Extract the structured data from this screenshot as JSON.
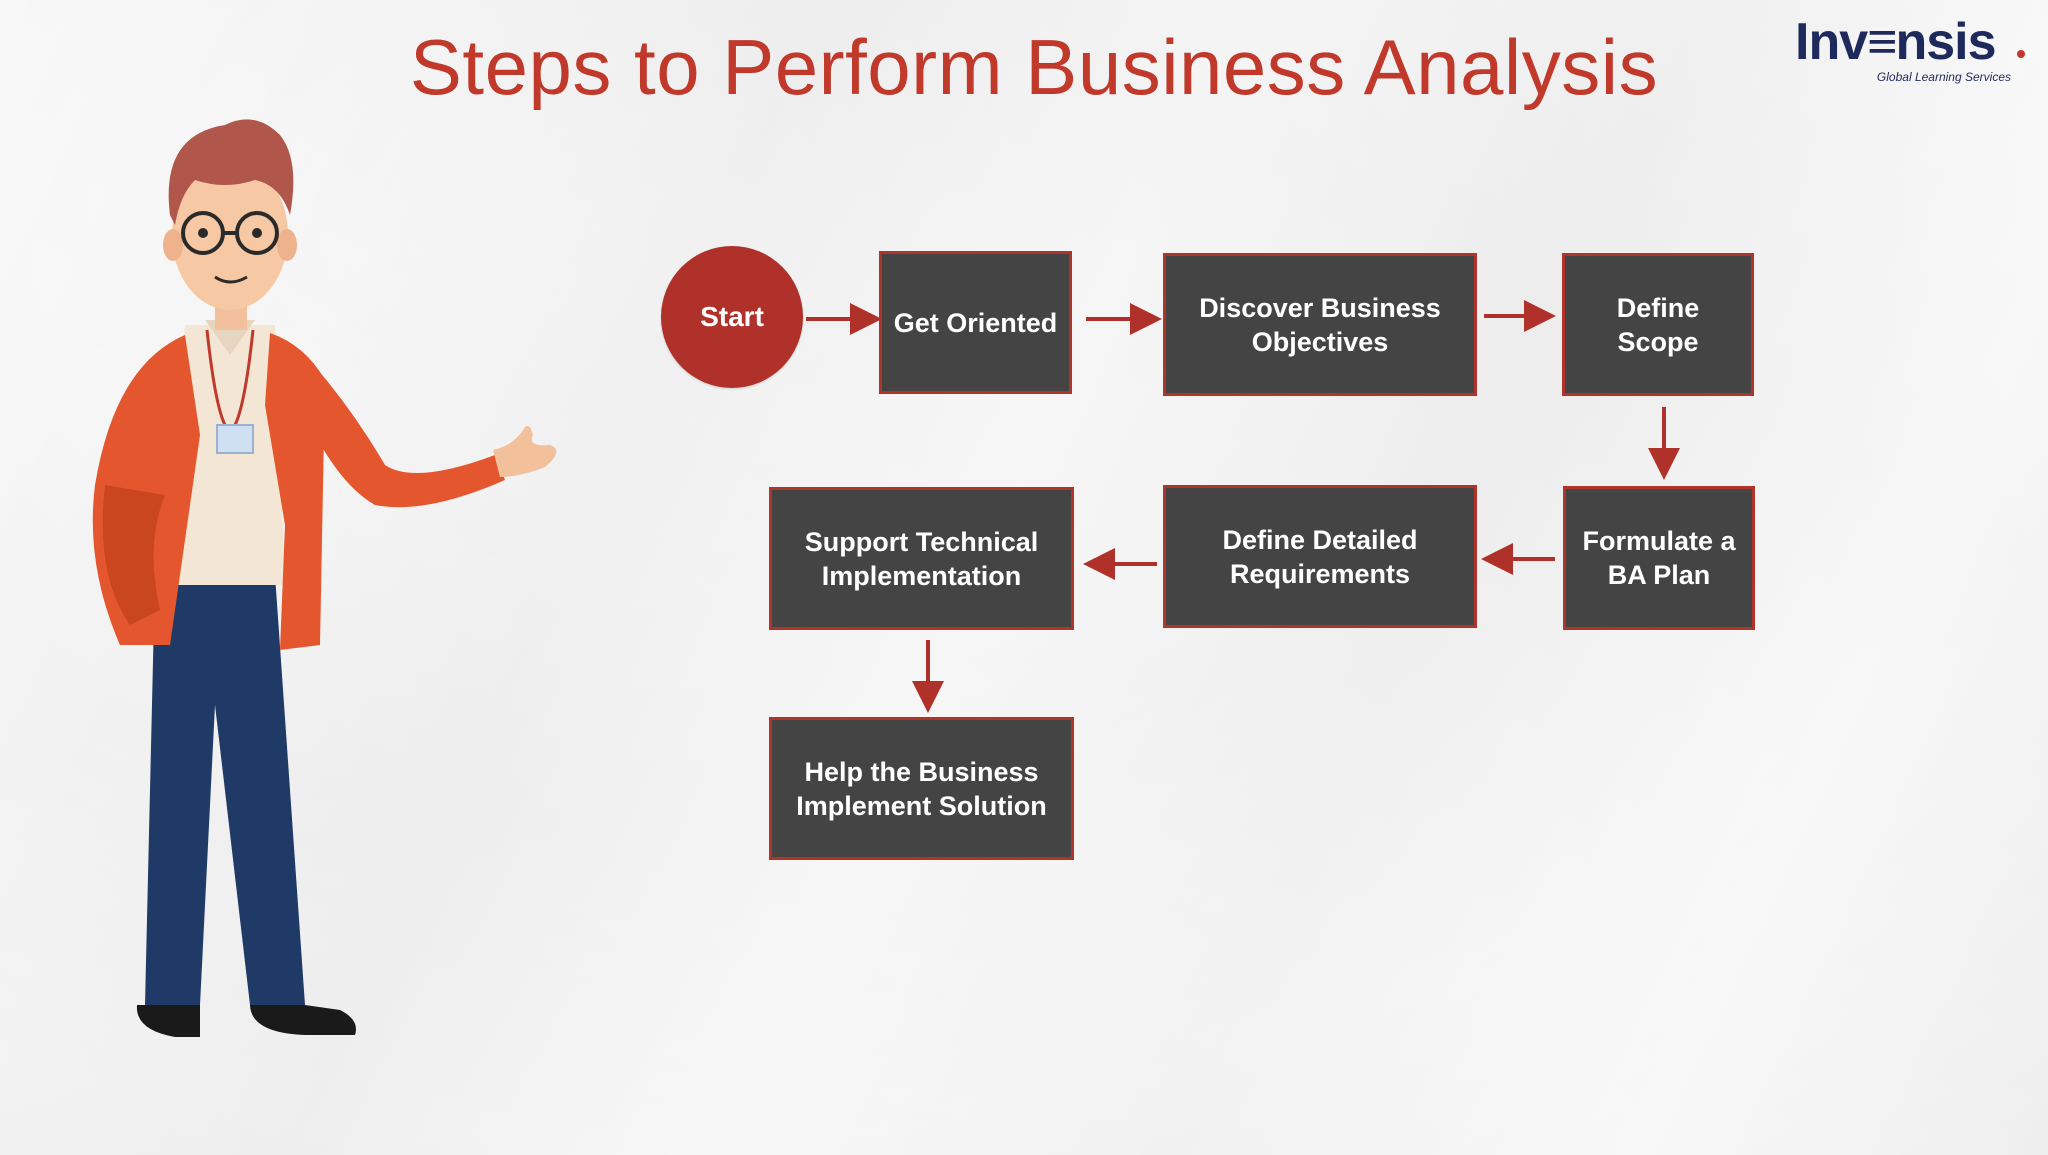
{
  "title": "Steps to Perform Business Analysis",
  "logo": {
    "main": "InVENSIS",
    "sub": "Global Learning Services"
  },
  "colors": {
    "accent": "#c0392b",
    "box": "#444444",
    "logo": "#1f2a5c"
  },
  "flow": {
    "start": "Start",
    "steps": {
      "get_oriented": "Get Oriented",
      "discover": "Discover Business Objectives",
      "define_scope": "Define Scope",
      "formulate": "Formulate a BA Plan",
      "define_requirements": "Define Detailed Requirements",
      "support": "Support Technical Implementation",
      "help": "Help the Business Implement Solution"
    }
  },
  "illustration": "presenter-character"
}
